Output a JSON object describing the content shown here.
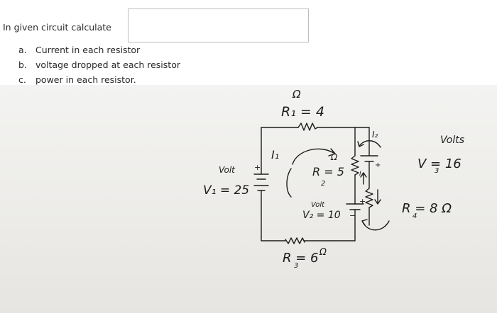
{
  "question": {
    "prompt": "In given circuit calculate"
  },
  "answer_input": {
    "value": ""
  },
  "parts": [
    {
      "letter": "a.",
      "text": "Current in each resistor"
    },
    {
      "letter": "b.",
      "text": "voltage dropped at each resistor"
    },
    {
      "letter": "c.",
      "text": "power in each resistor."
    }
  ],
  "circuit": {
    "r1_label": "R₁ = 4",
    "r1_unit": "Ω",
    "r2_label": "R = 5",
    "r2_sub": "2",
    "r2_unit": "Ω",
    "r3_label": "R = 6",
    "r3_sub": "3",
    "r3_unit": "Ω",
    "r4_label": "R = 8 Ω",
    "r4_sub": "4",
    "v1_unit": "Volt",
    "v1_label": "V₁ = 25",
    "v2_unit": "Volt",
    "v2_label": "V₂ = 10",
    "v3_unit": "Volts",
    "v3_label": "V = 16",
    "v3_sub": "3",
    "i1_label": "I₁",
    "i2_label": "I₂",
    "i2_small": "I₂"
  }
}
